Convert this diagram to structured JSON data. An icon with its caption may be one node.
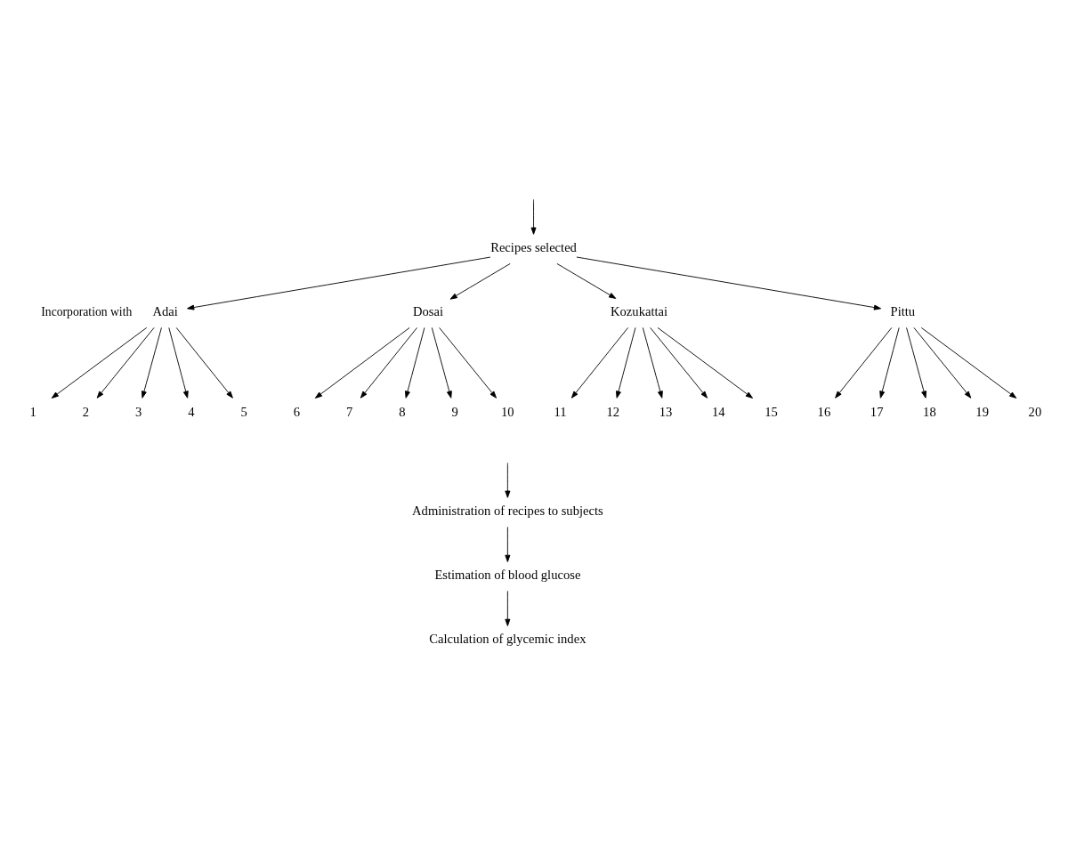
{
  "diagram": {
    "nodes": [
      {
        "text": [
          "Recipes selected"
        ]
      },
      {
        "text": [
          "Adai"
        ]
      },
      {
        "text": [
          "Dosai"
        ]
      },
      {
        "text": [
          "Kozukattai"
        ]
      },
      {
        "text": [
          "Pittu"
        ]
      },
      {
        "text": [
          "1"
        ]
      },
      {
        "text": [
          "2"
        ]
      },
      {
        "text": [
          "3"
        ]
      },
      {
        "text": [
          "4"
        ]
      },
      {
        "text": [
          "5"
        ]
      },
      {
        "text": [
          "6"
        ]
      },
      {
        "text": [
          "7"
        ]
      },
      {
        "text": [
          "8"
        ]
      },
      {
        "text": [
          "9"
        ]
      },
      {
        "text": [
          "10"
        ]
      },
      {
        "text": [
          "11"
        ]
      },
      {
        "text": [
          "12"
        ]
      },
      {
        "text": [
          "13"
        ]
      },
      {
        "text": [
          "14"
        ]
      },
      {
        "text": [
          "15"
        ]
      },
      {
        "text": [
          "16"
        ]
      },
      {
        "text": [
          "17"
        ]
      },
      {
        "text": [
          "18"
        ]
      },
      {
        "text": [
          "19"
        ]
      },
      {
        "text": [
          "20"
        ]
      },
      {
        "text": [
          "Administration of recipes to subjects"
        ]
      },
      {
        "text": [
          "Estimation of blood glucose"
        ]
      },
      {
        "text": [
          "Calculation of glycemic index"
        ]
      }
    ],
    "edges": [
      {
        "from": null,
        "to": 0,
        "arrow": "to"
      },
      {
        "from": 0,
        "to": 1,
        "arrow": "to"
      },
      {
        "from": 0,
        "to": 2,
        "arrow": "to"
      },
      {
        "from": 0,
        "to": 3,
        "arrow": "to"
      },
      {
        "from": 0,
        "to": 4,
        "arrow": "to"
      },
      {
        "from": 1,
        "to": 5,
        "arrow": "to"
      },
      {
        "from": 1,
        "to": 6,
        "arrow": "to"
      },
      {
        "from": 1,
        "to": 7,
        "arrow": "to"
      },
      {
        "from": 1,
        "to": 8,
        "arrow": "to"
      },
      {
        "from": 1,
        "to": 9,
        "arrow": "to"
      },
      {
        "from": 2,
        "to": 10,
        "arrow": "to"
      },
      {
        "from": 2,
        "to": 11,
        "arrow": "to"
      },
      {
        "from": 2,
        "to": 12,
        "arrow": "to"
      },
      {
        "from": 2,
        "to": 13,
        "arrow": "to"
      },
      {
        "from": 2,
        "to": 14,
        "arrow": "to"
      },
      {
        "from": 3,
        "to": 15,
        "arrow": "to"
      },
      {
        "from": 3,
        "to": 16,
        "arrow": "to"
      },
      {
        "from": 3,
        "to": 17,
        "arrow": "to"
      },
      {
        "from": 3,
        "to": 18,
        "arrow": "to"
      },
      {
        "from": 3,
        "to": 19,
        "arrow": "to"
      },
      {
        "from": 4,
        "to": 20,
        "arrow": "to"
      },
      {
        "from": 4,
        "to": 21,
        "arrow": "to"
      },
      {
        "from": 4,
        "to": 22,
        "arrow": "to"
      },
      {
        "from": 4,
        "to": 23,
        "arrow": "to"
      },
      {
        "from": 4,
        "to": 24,
        "arrow": "to"
      },
      {
        "from": null,
        "to": 25,
        "arrow": "to"
      },
      {
        "from": 25,
        "to": 26,
        "arrow": "to"
      },
      {
        "from": 26,
        "to": 27,
        "arrow": "to"
      }
    ],
    "labels": [
      "Incorporation with"
    ]
  }
}
